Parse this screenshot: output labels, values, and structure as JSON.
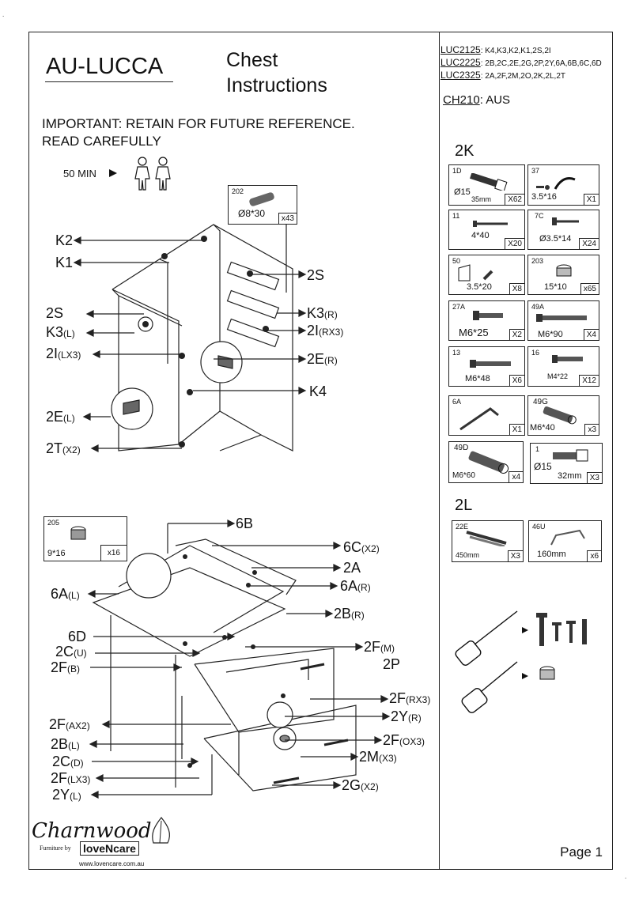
{
  "header": {
    "model": "AU-LUCCA",
    "doc_title": "Chest Instructions",
    "important": "IMPORTANT:  RETAIN FOR FUTURE REFERENCE.",
    "read": "READ CAREFULLY",
    "time": "50 MIN"
  },
  "codes": [
    {
      "code": "LUC2125",
      "parts": "K4,K3,K2,K1,2S,2I"
    },
    {
      "code": "LUC2225",
      "parts": "2B,2C,2E,2G,2P,2Y,6A,6B,6C,6D"
    },
    {
      "code": "LUC2325",
      "parts": "2A,2F,2M,2O,2K,2L,2T"
    }
  ],
  "ch_code": {
    "code": "CH210",
    "country": "AUS"
  },
  "bag_2k": "2K",
  "bag_2l": "2L",
  "page": "Page 1",
  "brand": {
    "name": "Charnwood",
    "sub": "Furniture by",
    "lovencare": "loveNcare",
    "url": "www.lovencare.com.au"
  },
  "hardware": [
    {
      "id": "1D",
      "size": "Ø15",
      "size2": "35mm",
      "qty": "X62"
    },
    {
      "id": "37",
      "size": "3.5*16",
      "qty": "X1"
    },
    {
      "id": "11",
      "size": "4*40",
      "qty": "X20"
    },
    {
      "id": "7C",
      "size": "Ø3.5*14",
      "qty": "X24"
    },
    {
      "id": "50",
      "size": "3.5*20",
      "qty": "X8"
    },
    {
      "id": "203",
      "size": "15*10",
      "qty": "x65"
    },
    {
      "id": "27A",
      "size": "M6*25",
      "qty": "X2"
    },
    {
      "id": "49A",
      "size": "M6*90",
      "qty": "X4"
    },
    {
      "id": "13",
      "size": "M6*48",
      "qty": "X6"
    },
    {
      "id": "16",
      "size": "M4*22",
      "qty": "X12"
    },
    {
      "id": "6A",
      "size": "",
      "qty": "X1"
    },
    {
      "id": "49G",
      "size": "M6*40",
      "qty": "x3"
    },
    {
      "id": "49D",
      "size": "M6*60",
      "qty": "x4"
    },
    {
      "id": "1",
      "size": "Ø15",
      "size2": "32mm",
      "qty": "X3"
    },
    {
      "id": "22E",
      "size": "450mm",
      "qty": "X3"
    },
    {
      "id": "46U",
      "size": "160mm",
      "qty": "x6"
    }
  ],
  "diagram1": {
    "dowel": {
      "id": "202",
      "size": "Ø8*30",
      "qty": "x43"
    },
    "labels": {
      "k2": "K2",
      "k1": "K1",
      "s2_right": "2S",
      "s2_left": "2S",
      "k3r": "K3",
      "k3r_sub": "(R)",
      "k3l": "K3",
      "k3l_sub": "(L)",
      "i2r": "2I",
      "i2r_sub": "(RX3)",
      "i2l": "2I",
      "i2l_sub": "(LX3)",
      "e2r": "2E",
      "e2r_sub": "(R)",
      "e2l": "2E",
      "e2l_sub": "(L)",
      "k4": "K4",
      "t2": "2T",
      "t2_sub": "(X2)"
    }
  },
  "diagram2": {
    "cam": {
      "id": "205",
      "size": "9*16",
      "qty": "x16"
    },
    "labels": {
      "b6": "6B",
      "c6": "6C",
      "c6_sub": "(X2)",
      "a2": "2A",
      "a6r": "6A",
      "a6r_sub": "(R)",
      "a6l": "6A",
      "a6l_sub": "(L)",
      "b2r": "2B",
      "b2r_sub": "(R)",
      "d6": "6D",
      "f2m": "2F",
      "f2m_sub": "(M)",
      "c2u": "2C",
      "c2u_sub": "(U)",
      "p2": "2P",
      "f2b": "2F",
      "f2b_sub": "(B)",
      "f2rx3": "2F",
      "f2rx3_sub": "(RX3)",
      "y2r": "2Y",
      "y2r_sub": "(R)",
      "f2ax2": "2F",
      "f2ax2_sub": "(AX2)",
      "f2ox3": "2F",
      "f2ox3_sub": "(OX3)",
      "b2l": "2B",
      "b2l_sub": "(L)",
      "m2": "2M",
      "m2_sub": "(X3)",
      "c2d": "2C",
      "c2d_sub": "(D)",
      "f2lx3": "2F",
      "f2lx3_sub": "(LX3)",
      "g2": "2G",
      "g2_sub": "(X2)",
      "y2l": "2Y",
      "y2l_sub": "(L)"
    }
  }
}
